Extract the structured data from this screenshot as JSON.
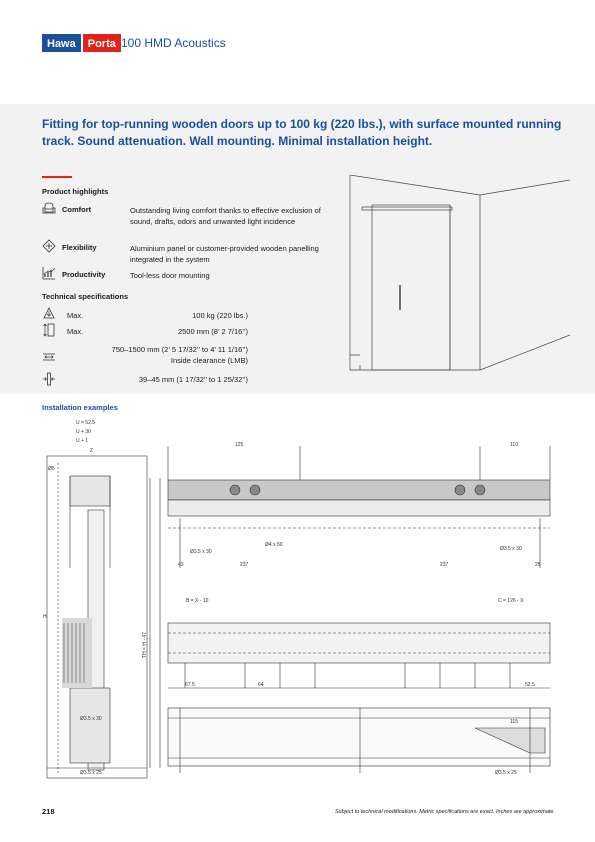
{
  "header": {
    "brand_hawa": "Hawa",
    "brand_porta": "Porta",
    "product": "100 HMD Acoustics"
  },
  "headline": "Fitting for top-running wooden doors up to 100 kg (220 lbs.), with surface mounted running track. Sound attenuation. Wall mounting. Minimal installation height.",
  "highlights": {
    "title": "Product highlights",
    "items": [
      {
        "icon": "armchair-icon",
        "name": "Comfort",
        "desc": "Outstanding living comfort thanks to effective exclusion of sound, drafts, odors and unwanted light incidence"
      },
      {
        "icon": "diamond-arrows-icon",
        "name": "Flexibility",
        "desc": "Aluminium panel or customer-provided wooden panelling integrated in the system"
      },
      {
        "icon": "growth-chart-icon",
        "name": "Productivity",
        "desc": "Tool-less door mounting"
      }
    ]
  },
  "specs": {
    "title": "Technical specifications",
    "items": [
      {
        "icon": "weight-icon",
        "label": "Max.",
        "value": "100 kg (220 lbs.)"
      },
      {
        "icon": "height-icon",
        "label": "Max.",
        "value": "2500 mm (8’ 2 7/16’’)"
      },
      {
        "icon": "width-icon",
        "label": "",
        "value": "750–1500 mm (2’ 5 17/32’’ to 4’ 11 1/16’’)\nInside clearance (LMB)"
      },
      {
        "icon": "thickness-icon",
        "label": "",
        "value": "39–45 mm (1 17/32’’ to 1 25/32’’)"
      }
    ]
  },
  "installation_title": "Installation examples",
  "drawing_labels": {
    "u525": "U = 52.5",
    "u30": "U + 30",
    "u1": "U + 1",
    "z": "Z",
    "phi5": "Ø5",
    "dim125": "125",
    "dim110": "110",
    "dim237a": "237",
    "dim237b": "237",
    "dim43": "43",
    "dim25": "25",
    "phi35x30": "Ø3.5 x 30",
    "phi4x50": "Ø4 x 50",
    "phi35x25": "Ø3.5 x 25",
    "bx10": "B = X - 10",
    "cx": "C = 126 - X",
    "dim64": "64",
    "dim675": "67.5",
    "dim525": "52.5",
    "dim115": "115",
    "h": "H",
    "th": "TH = H - 47"
  },
  "footer": {
    "page": "218",
    "note": "Subject to technical modifications. Metric specifications are exact. Inches are approximate."
  }
}
